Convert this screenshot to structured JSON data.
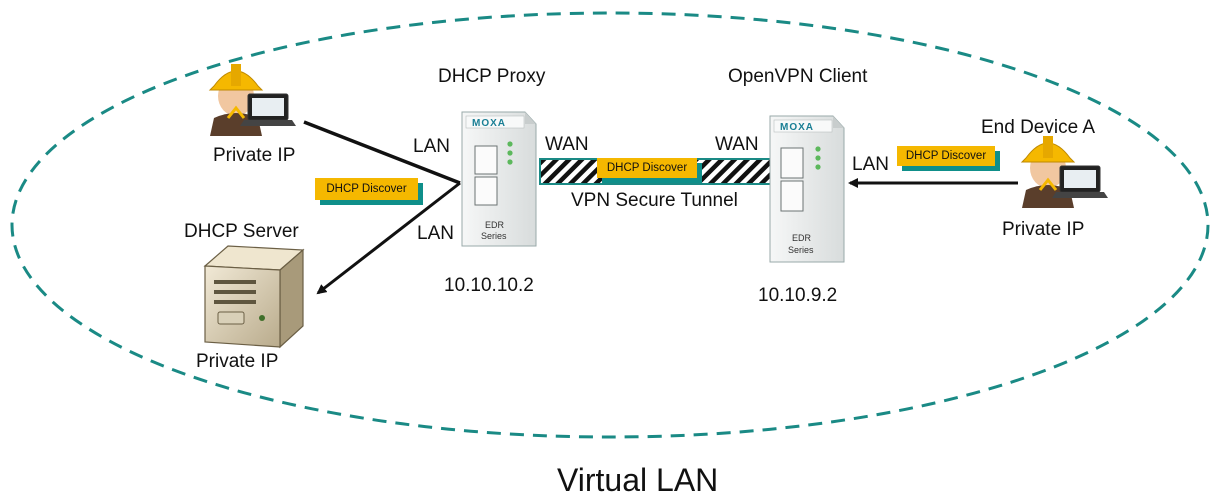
{
  "title": "Virtual LAN",
  "colors": {
    "dashed_ellipse": "#1a8a85",
    "tag_fill": "#f5b800",
    "tag_shadow": "#0f8f8a",
    "device_led": "#5cb85c",
    "moxa_logo": "#1a7f95"
  },
  "nodes": {
    "left_user": {
      "label": "Private IP",
      "icon": "worker-with-laptop-icon"
    },
    "dhcp_server": {
      "title": "DHCP Server",
      "label": "Private IP",
      "icon": "server-tower-icon"
    },
    "dhcp_proxy": {
      "title": "DHCP Proxy",
      "ip": "10.10.10.2",
      "brand": "MOXA",
      "model_line1": "EDR",
      "model_line2": "Series"
    },
    "openvpn_client": {
      "title": "OpenVPN Client",
      "ip": "10.10.9.2",
      "brand": "MOXA",
      "model_line1": "EDR",
      "model_line2": "Series"
    },
    "end_device": {
      "title": "End Device A",
      "label": "Private IP",
      "icon": "worker-with-laptop-icon"
    }
  },
  "links": {
    "proxy_lan_top": "LAN",
    "proxy_lan_bottom": "LAN",
    "proxy_wan": "WAN",
    "client_wan": "WAN",
    "client_lan": "LAN",
    "tunnel": "VPN Secure Tunnel"
  },
  "tags": {
    "left": "DHCP Discover",
    "tunnel": "DHCP Discover",
    "right": "DHCP Discover"
  }
}
